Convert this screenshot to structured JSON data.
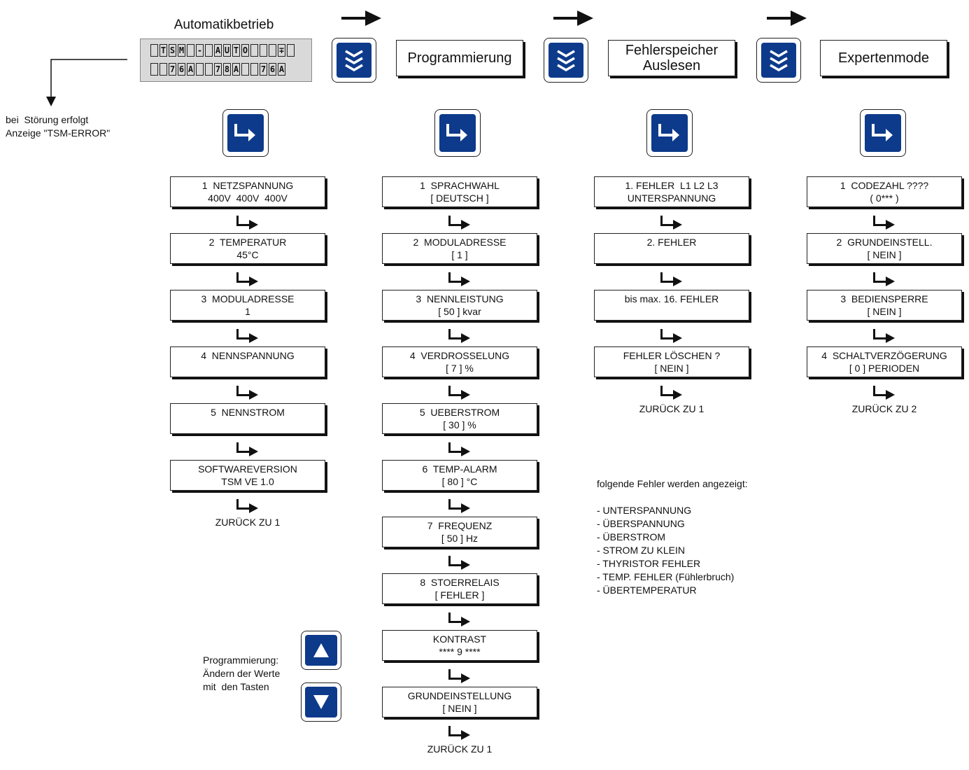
{
  "header": {
    "mode_title": "Automatikbetrieb",
    "lcd_line1": "TSM-AUTO",
    "lcd_line2": [
      "76A",
      "78A",
      "76A"
    ],
    "lcd_symbol": "plus-minus-lock",
    "modes": [
      "Programmierung",
      "Fehlerspeicher\nAuslesen",
      "Expertenmode"
    ]
  },
  "error_note": "bei  Störung erfolgt\nAnzeige \"TSM-ERROR\"",
  "columns": [
    {
      "items": [
        {
          "l1": "1  NETZSPANNUNG",
          "l2": "400V  400V  400V"
        },
        {
          "l1": "2  TEMPERATUR",
          "l2": "45°C"
        },
        {
          "l1": "3  MODULADRESSE",
          "l2": "1"
        },
        {
          "l1": "4  NENNSPANNUNG",
          "l2": ""
        },
        {
          "l1": "5  NENNSTROM",
          "l2": ""
        },
        {
          "l1": "SOFTWAREVERSION",
          "l2": "TSM VE 1.0"
        }
      ],
      "back": "ZURÜCK ZU 1"
    },
    {
      "items": [
        {
          "l1": "1  SPRACHWAHL",
          "l2": "[ DEUTSCH ]"
        },
        {
          "l1": "2  MODULADRESSE",
          "l2": "[ 1 ]"
        },
        {
          "l1": "3  NENNLEISTUNG",
          "l2": "[ 50 ] kvar"
        },
        {
          "l1": "4  VERDROSSELUNG",
          "l2": "[ 7 ] %"
        },
        {
          "l1": "5  UEBERSTROM",
          "l2": "[ 30 ] %"
        },
        {
          "l1": "6  TEMP-ALARM",
          "l2": "[ 80 ] °C"
        },
        {
          "l1": "7  FREQUENZ",
          "l2": "[ 50 ] Hz"
        },
        {
          "l1": "8  STOERRELAIS",
          "l2": "[ FEHLER ]"
        },
        {
          "l1": "KONTRAST",
          "l2": "**** 9 ****"
        },
        {
          "l1": "GRUNDEINSTELLUNG",
          "l2": "[ NEIN ]"
        }
      ],
      "back": "ZURÜCK ZU 1"
    },
    {
      "items": [
        {
          "l1": "1. FEHLER  L1 L2 L3",
          "l2": "UNTERSPANNUNG"
        },
        {
          "l1": "2. FEHLER",
          "l2": ""
        },
        {
          "l1": "bis max. 16. FEHLER",
          "l2": ""
        },
        {
          "l1": "FEHLER LÖSCHEN ?",
          "l2": "[ NEIN ]"
        }
      ],
      "back": "ZURÜCK ZU 1"
    },
    {
      "items": [
        {
          "l1": "1  CODEZAHL ????",
          "l2": "( 0*** )"
        },
        {
          "l1": "2  GRUNDEINSTELL.",
          "l2": "[ NEIN ]"
        },
        {
          "l1": "3  BEDIENSPERRE",
          "l2": "[ NEIN ]"
        },
        {
          "l1": "4  SCHALTVERZÖGERUNG",
          "l2": "[ 0 ] PERIODEN"
        }
      ],
      "back": "ZURÜCK ZU 2"
    }
  ],
  "errors": {
    "heading": "folgende Fehler werden angezeigt:",
    "items": [
      "- UNTERSPANNUNG",
      "- ÜBERSPANNUNG",
      "- ÜBERSTROM",
      "- STROM ZU KLEIN",
      "- THYRISTOR FEHLER",
      "- TEMP. FEHLER  (Fühlerbruch)",
      "- ÜBERTEMPERATUR"
    ]
  },
  "prog_note": "Programmierung:\nÄndern der Werte\nmit  den Tasten",
  "colors": {
    "key_blue": "#0d3a8a",
    "lcd_bg": "#d9d9d9"
  }
}
